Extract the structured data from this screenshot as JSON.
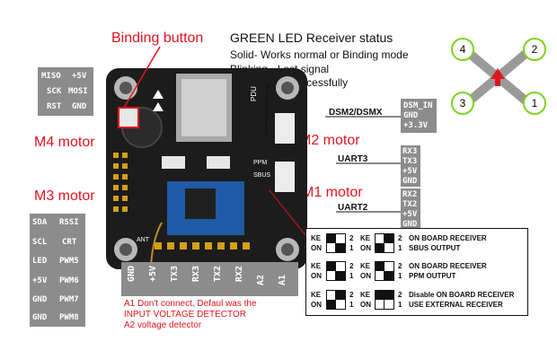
{
  "title_binding": "Binding button",
  "status": {
    "heading": "GREEN  LED Receiver status",
    "line1": "Solid- Works normal or Binding mode",
    "line2": "Blinking - Lost signal",
    "line3": "Off- Binding successfully"
  },
  "motors": {
    "m4": "M4 motor",
    "m3": "M3 motor",
    "m2": "M2 motor",
    "m1": "M1 motor"
  },
  "props": {
    "n4": "4",
    "n2": "2",
    "n3": "3",
    "n1": "1"
  },
  "left_top_pins": [
    [
      "MISO",
      "+5V"
    ],
    [
      "SCK",
      "MOSI"
    ],
    [
      "RST",
      "GND"
    ]
  ],
  "left_bottom_pins": [
    [
      "SDA",
      "RSSI"
    ],
    [
      "SCL",
      "CRT"
    ],
    [
      "LED",
      "PWM5"
    ],
    [
      "+5V",
      "PWM6"
    ],
    [
      "GND",
      "PWM7"
    ],
    [
      "GND",
      "PWM8"
    ]
  ],
  "dsm": {
    "label": "DSM2/DSMX",
    "pins": [
      "DSM_IN",
      "GND",
      "+3.3V"
    ]
  },
  "uart3": {
    "label": "UART3",
    "pins": [
      "RX3",
      "TX3",
      "+5V",
      "GND"
    ]
  },
  "uart2": {
    "label": "UART2",
    "pins": [
      "RX2",
      "TX2",
      "+5V",
      "GND"
    ]
  },
  "bottom_pins": [
    "GND",
    "+5V",
    "TX3",
    "RX3",
    "TX2",
    "RX2",
    "A2",
    "A1"
  ],
  "notes": {
    "line1": "A1 Don't connect, Defaul was the",
    "line2": "INPUT VOLTAGE DETECTOR",
    "line3": "A2 voltage detector"
  },
  "board_labels": {
    "pdu": "PDU",
    "ppm": "PPM",
    "sbus": "SBUS",
    "ant": "ANT"
  },
  "config": {
    "row1": {
      "left_num": "2",
      "left_sub": "1",
      "right_num": "2",
      "right_sub": "1",
      "text1": "ON BOARD RECEIVER",
      "text2": "SBUS OUTPUT"
    },
    "row2": {
      "left_num": "2",
      "left_sub": "1",
      "right_num": "2",
      "right_sub": "1",
      "text1": "ON BOARD RECEIVER",
      "text2": "PPM OUTPUT"
    },
    "row3": {
      "left_num": "2",
      "left_sub": "1",
      "right_num": "2",
      "right_sub": "1",
      "text1": "Disable ON BOARD RECEIVER",
      "text2": "USE EXTERNAL RECEIVER"
    },
    "ke": "KE",
    "on": "ON"
  },
  "colors": {
    "accent_red": "#e0141e",
    "pin_box": "#8c8c8c",
    "prop_green": "#7ed321",
    "board": "#1c1c1c"
  }
}
